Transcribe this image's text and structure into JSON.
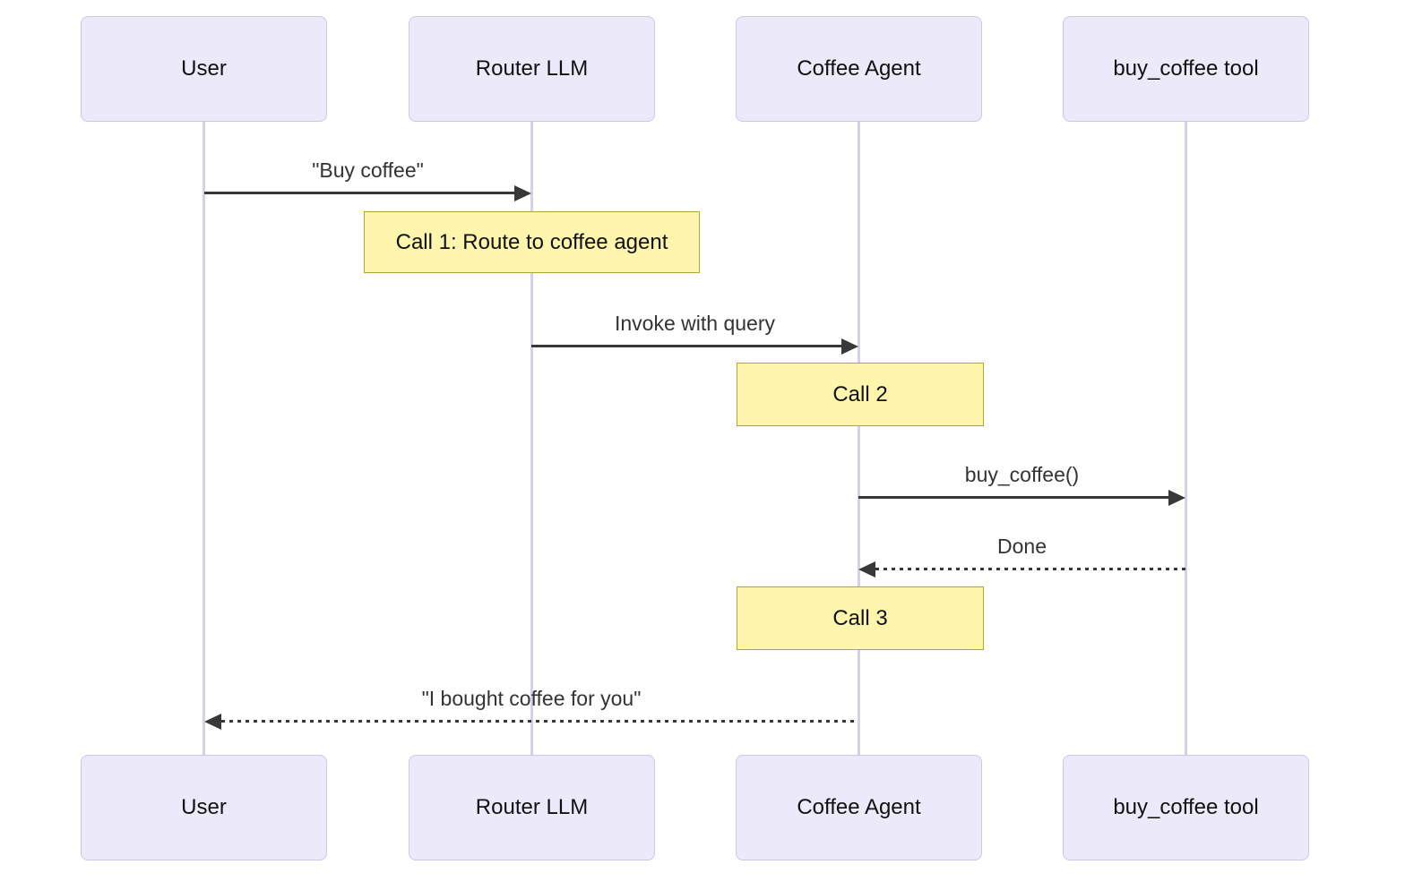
{
  "diagram": {
    "type": "sequence-diagram",
    "colors": {
      "background": "#ffffff",
      "actor_fill": "#ECE9FA",
      "actor_border": "#CFC5EA",
      "lifeline": "#D8D0E8",
      "note_fill": "#FFF5AD",
      "note_border": "#AAAA33",
      "arrow": "#383838",
      "text": "#111111",
      "label_text": "#333333"
    },
    "participants": [
      {
        "id": "user",
        "label": "User"
      },
      {
        "id": "router-llm",
        "label": "Router LLM"
      },
      {
        "id": "coffee-agent",
        "label": "Coffee Agent"
      },
      {
        "id": "buy-coffee-tool",
        "label": "buy_coffee tool"
      }
    ],
    "messages": [
      {
        "from": "User",
        "to": "Router LLM",
        "label": "\"Buy coffee\"",
        "style": "solid"
      },
      {
        "from": "Router LLM",
        "to": "Coffee Agent",
        "label": "Invoke with query",
        "style": "solid"
      },
      {
        "from": "Coffee Agent",
        "to": "buy_coffee tool",
        "label": "buy_coffee()",
        "style": "solid"
      },
      {
        "from": "buy_coffee tool",
        "to": "Coffee Agent",
        "label": "Done",
        "style": "dashed"
      },
      {
        "from": "Coffee Agent",
        "to": "User",
        "label": "\"I bought coffee for you\"",
        "style": "dashed"
      }
    ],
    "notes": [
      {
        "over": "Router LLM",
        "label": "Call 1: Route to coffee agent"
      },
      {
        "over": "Coffee Agent",
        "label": "Call 2"
      },
      {
        "over": "Coffee Agent",
        "label": "Call 3"
      }
    ]
  }
}
